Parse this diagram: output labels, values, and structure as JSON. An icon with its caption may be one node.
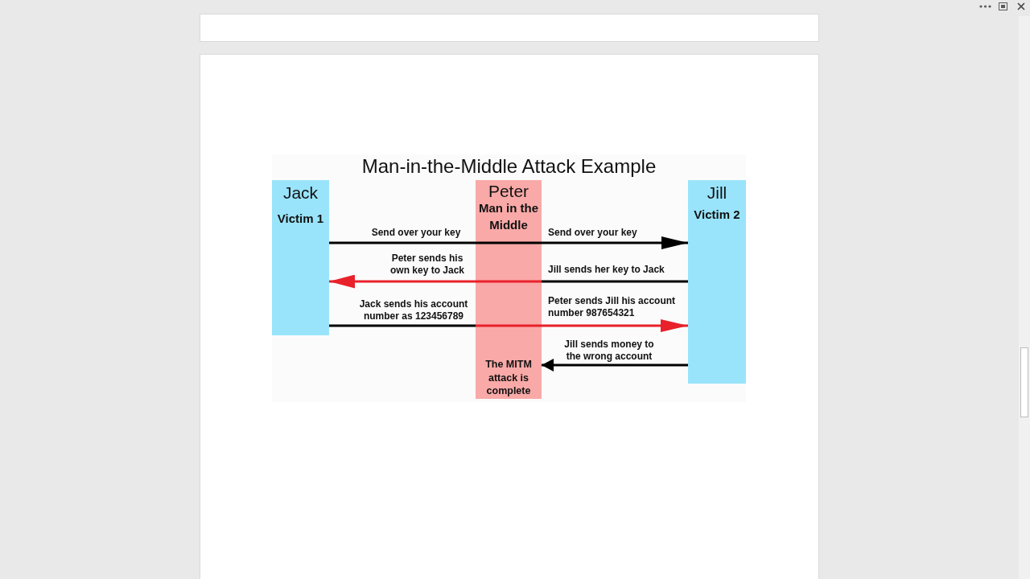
{
  "diagram": {
    "title": "Man-in-the-Middle Attack Example",
    "nodes": [
      {
        "text": [
          "Jack",
          "Victim 1"
        ]
      },
      {
        "text": [
          "Peter",
          "Man in the Middle",
          "The MITM attack is complete"
        ]
      },
      {
        "text": [
          "Jill",
          "Victim 2"
        ]
      }
    ],
    "edges": [
      {
        "from": 0,
        "to": 1,
        "arrow": "none",
        "label": "Send over your key"
      },
      {
        "from": 1,
        "to": 2,
        "arrow": "to",
        "label": "Send over your key"
      },
      {
        "from": 2,
        "to": 1,
        "arrow": "none",
        "label": "Jill sends her key to Jack"
      },
      {
        "from": 1,
        "to": 0,
        "arrow": "to",
        "label": "Peter sends his own key to Jack",
        "color": "#e8212b"
      },
      {
        "from": 0,
        "to": 1,
        "arrow": "none",
        "label": "Jack sends his account number as 123456789"
      },
      {
        "from": 1,
        "to": 2,
        "arrow": "to",
        "label": "Peter sends Jill his account number 987654321",
        "color": "#e8212b"
      },
      {
        "from": 2,
        "to": 1,
        "arrow": "to",
        "label": "Jill sends money to the wrong account"
      }
    ]
  }
}
